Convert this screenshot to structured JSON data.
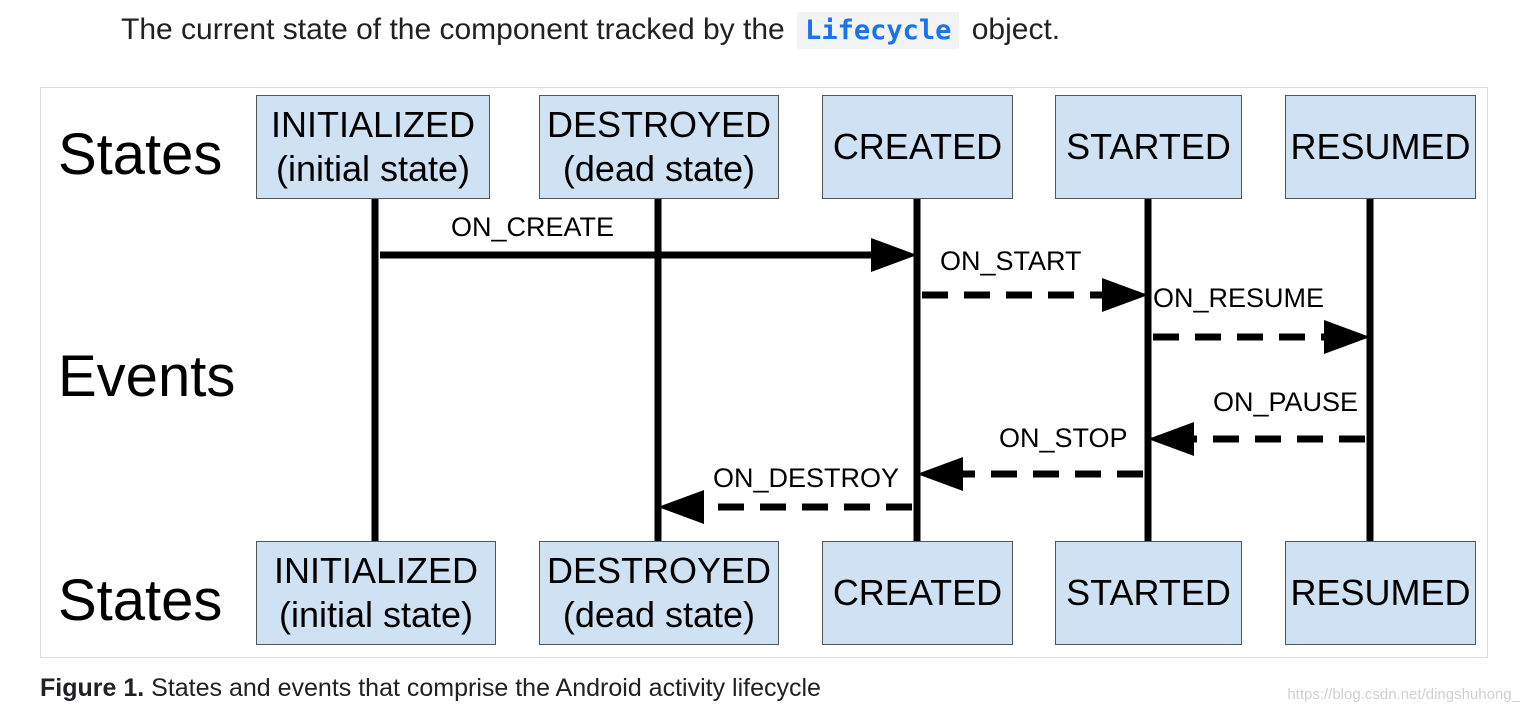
{
  "intro": {
    "before": "The current state of the component tracked by the",
    "code": "Lifecycle",
    "after": "object."
  },
  "diagram": {
    "row_labels": {
      "top_states": "States",
      "events": "Events",
      "bottom_states": "States"
    },
    "states": [
      {
        "name": "INITIALIZED",
        "note": "(initial state)"
      },
      {
        "name": "DESTROYED",
        "note": "(dead state)"
      },
      {
        "name": "CREATED",
        "note": ""
      },
      {
        "name": "STARTED",
        "note": ""
      },
      {
        "name": "RESUMED",
        "note": ""
      }
    ],
    "events": [
      {
        "label": "ON_CREATE",
        "from": "INITIALIZED",
        "to": "CREATED",
        "style": "solid"
      },
      {
        "label": "ON_START",
        "from": "CREATED",
        "to": "STARTED",
        "style": "dashed"
      },
      {
        "label": "ON_RESUME",
        "from": "STARTED",
        "to": "RESUMED",
        "style": "dashed"
      },
      {
        "label": "ON_PAUSE",
        "from": "RESUMED",
        "to": "STARTED",
        "style": "dashed"
      },
      {
        "label": "ON_STOP",
        "from": "STARTED",
        "to": "CREATED",
        "style": "dashed"
      },
      {
        "label": "ON_DESTROY",
        "from": "CREATED",
        "to": "DESTROYED",
        "style": "dashed"
      }
    ],
    "colors": {
      "state_fill": "#cfe2f3",
      "line": "#000000",
      "code": "#1a73e8"
    }
  },
  "caption": {
    "bold": "Figure 1.",
    "text": "States and events that comprise the Android activity lifecycle"
  },
  "watermark": "https://blog.csdn.net/dingshuhong_"
}
